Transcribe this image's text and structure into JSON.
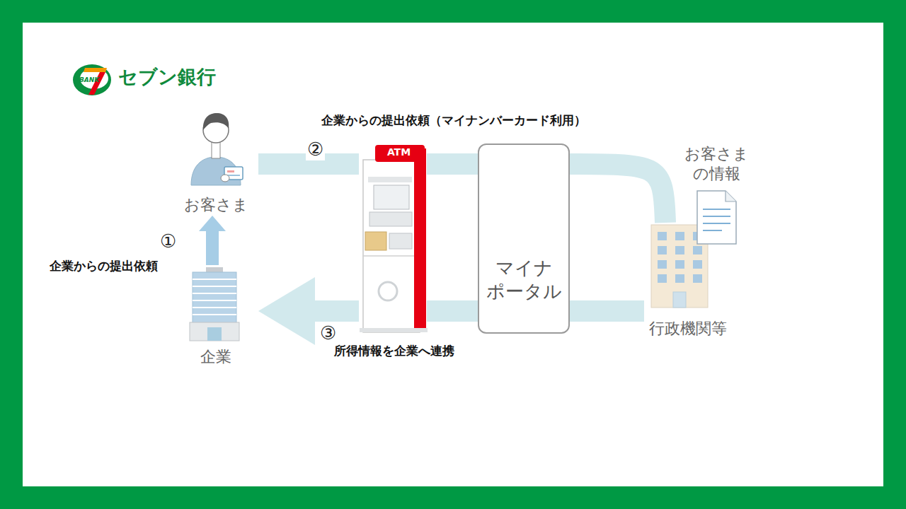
{
  "diagram": {
    "nodes": [
      {
        "text": [
          "お客さま"
        ]
      },
      {
        "text": [
          "ATM"
        ]
      },
      {
        "text": [
          "マイナ ポータル"
        ]
      },
      {
        "text": [
          "お客さまの情報"
        ]
      },
      {
        "text": [
          "行政機関等"
        ]
      },
      {
        "text": [
          "企業"
        ]
      }
    ],
    "edges": [
      {
        "from": 5,
        "to": 0,
        "arrow": "to",
        "label": "企業からの提出依頼"
      },
      {
        "from": 0,
        "to": 1,
        "arrow": "none",
        "label": "企業からの提出依頼（マイナンバーカード利用）"
      },
      {
        "from": 1,
        "to": 2,
        "arrow": "none"
      },
      {
        "from": 2,
        "to": 4,
        "arrow": "none"
      },
      {
        "from": 4,
        "to": 2,
        "arrow": "none"
      },
      {
        "from": 2,
        "to": 1,
        "arrow": "none"
      },
      {
        "from": 1,
        "to": 5,
        "arrow": "to",
        "label": "所得情報を企業へ連携"
      }
    ],
    "labels": [
      "BANK",
      "セブン銀行",
      "①",
      "②",
      "③"
    ]
  }
}
